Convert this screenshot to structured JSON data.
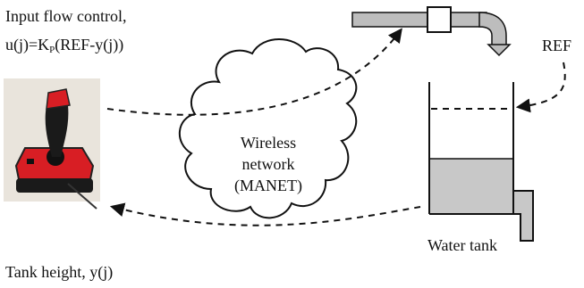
{
  "labels": {
    "control_line1": "Input flow control,",
    "control_line2_prefix": "u(j)=K",
    "control_line2_sub": "P",
    "control_line2_suffix": "(REF-y(j))",
    "tank_height": "Tank height, y(j)",
    "ref": "REF",
    "cloud_line1": "Wireless",
    "cloud_line2": "network",
    "cloud_line3": "(MANET)",
    "water_tank": "Water tank"
  },
  "colors": {
    "pipe": "#bdbdbd",
    "water": "#c8c8c8",
    "stroke": "#111111",
    "joystick_base": "#d81e24",
    "joystick_dark": "#1a1a1a"
  }
}
